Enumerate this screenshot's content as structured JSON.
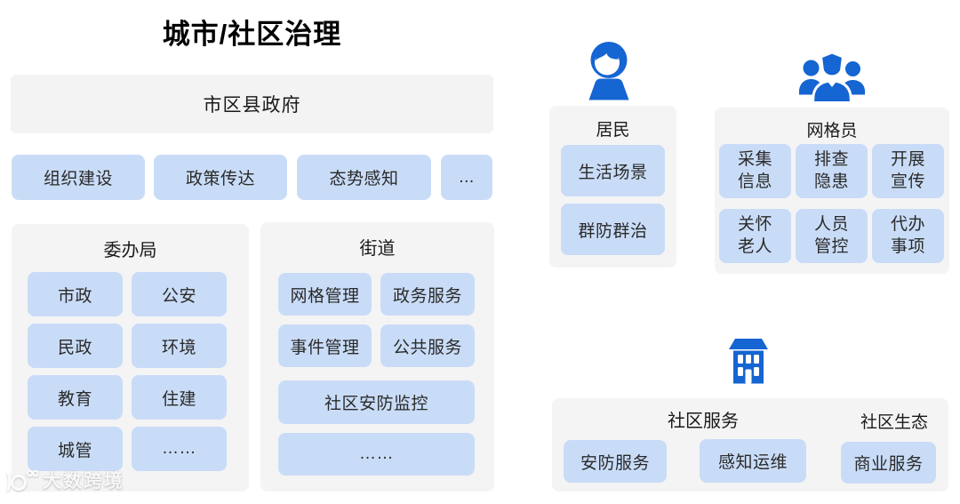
{
  "page": {
    "title": "城市/社区治理"
  },
  "colors": {
    "accent_blue": "#1565d2",
    "box_blue": "#c9dcf7",
    "panel_gray": "#f4f4f5",
    "gov_gray": "#f3f3f4",
    "text": "#2a2a2a"
  },
  "government": {
    "label": "市区县政府",
    "functions": [
      "组织建设",
      "政策传达",
      "态势感知",
      "..."
    ]
  },
  "weibanju": {
    "title": "委办局",
    "items": [
      "市政",
      "公安",
      "民政",
      "环境",
      "教育",
      "住建",
      "城管",
      "……"
    ]
  },
  "jiedao": {
    "title": "街道",
    "items": [
      "网格管理",
      "政务服务",
      "事件管理",
      "公共服务"
    ],
    "wide_items": [
      "社区安防监控",
      "……"
    ]
  },
  "resident": {
    "icon": "person-icon",
    "title": "居民",
    "items": [
      "生活场景",
      "群防群治"
    ]
  },
  "grid_worker": {
    "icon": "people-group-icon",
    "title": "网格员",
    "items": [
      "采集\n信息",
      "排查\n隐患",
      "开展\n宣传",
      "关怀\n老人",
      "人员\n管控",
      "代办\n事项"
    ]
  },
  "community": {
    "icon": "building-icon",
    "services": {
      "title": "社区服务",
      "items": [
        "安防服务",
        "感知运维"
      ]
    },
    "ecology": {
      "title": "社区生态",
      "items": [
        "商业服务"
      ]
    }
  },
  "watermark": {
    "text": "大数跨境"
  }
}
